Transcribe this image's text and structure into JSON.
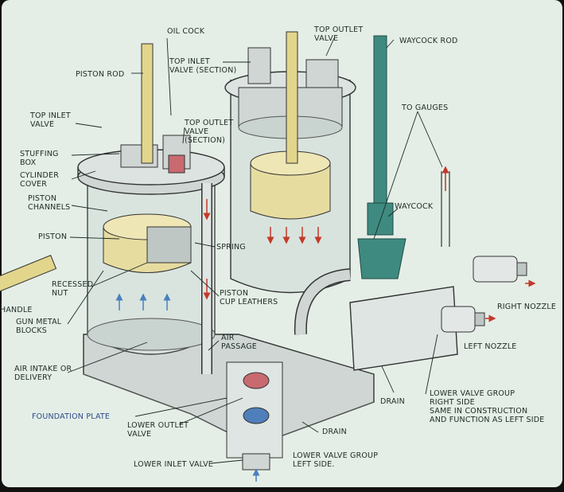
{
  "diagram": {
    "colors": {
      "board": "#e4eee6",
      "metal": "#cfd6d4",
      "metal_dark": "#9aa3a2",
      "piston": "#e7dca0",
      "waycock": "#3f8a80",
      "air_arrow": "#c23a2a",
      "intake_arrow": "#4a7fc0"
    },
    "labels": {
      "oil_cock": "OIL COCK",
      "piston_rod": "PISTON ROD",
      "top_outlet_valve_right": "TOP OUTLET\nVALVE",
      "waycock_rod": "WAYCOCK ROD",
      "top_inlet_valve_section": "TOP INLET\nVALVE (SECTION)",
      "top_inlet_valve": "TOP INLET\nVALVE",
      "top_outlet_valve_section": "TOP OUTLET\nVALVE\n(SECTION)",
      "to_gauges": "TO GAUGES",
      "stuffing_box": "STUFFING\nBOX",
      "cylinder_cover": "CYLINDER\nCOVER",
      "piston_channels": "PISTON\nCHANNELS",
      "waycock": "WAYCOCK",
      "piston": "PISTON",
      "spring": "SPRING",
      "recessed_nut": "RECESSED\nNUT",
      "handle": "HANDLE",
      "right_nozzle": "RIGHT NOZZLE",
      "gun_metal_blocks": "GUN METAL\nBLOCKS",
      "piston_cup_leathers": "PISTON\nCUP LEATHERS",
      "left_nozzle": "LEFT NOZZLE",
      "air_passage": "AIR\nPASSAGE",
      "air_intake": "AIR INTAKE OR\nDELIVERY",
      "drain_right": "DRAIN",
      "lower_valve_group_right": "LOWER VALVE GROUP\nRIGHT SIDE\nSAME IN CONSTRUCTION\nAND FUNCTION AS LEFT SIDE",
      "foundation_plate": "FOUNDATION PLATE",
      "lower_outlet_valve": "LOWER OUTLET\nVALVE",
      "drain_lower": "DRAIN",
      "lower_inlet_valve": "LOWER INLET VALVE",
      "lower_valve_group_left": "LOWER VALVE GROUP\nLEFT SIDE."
    }
  }
}
